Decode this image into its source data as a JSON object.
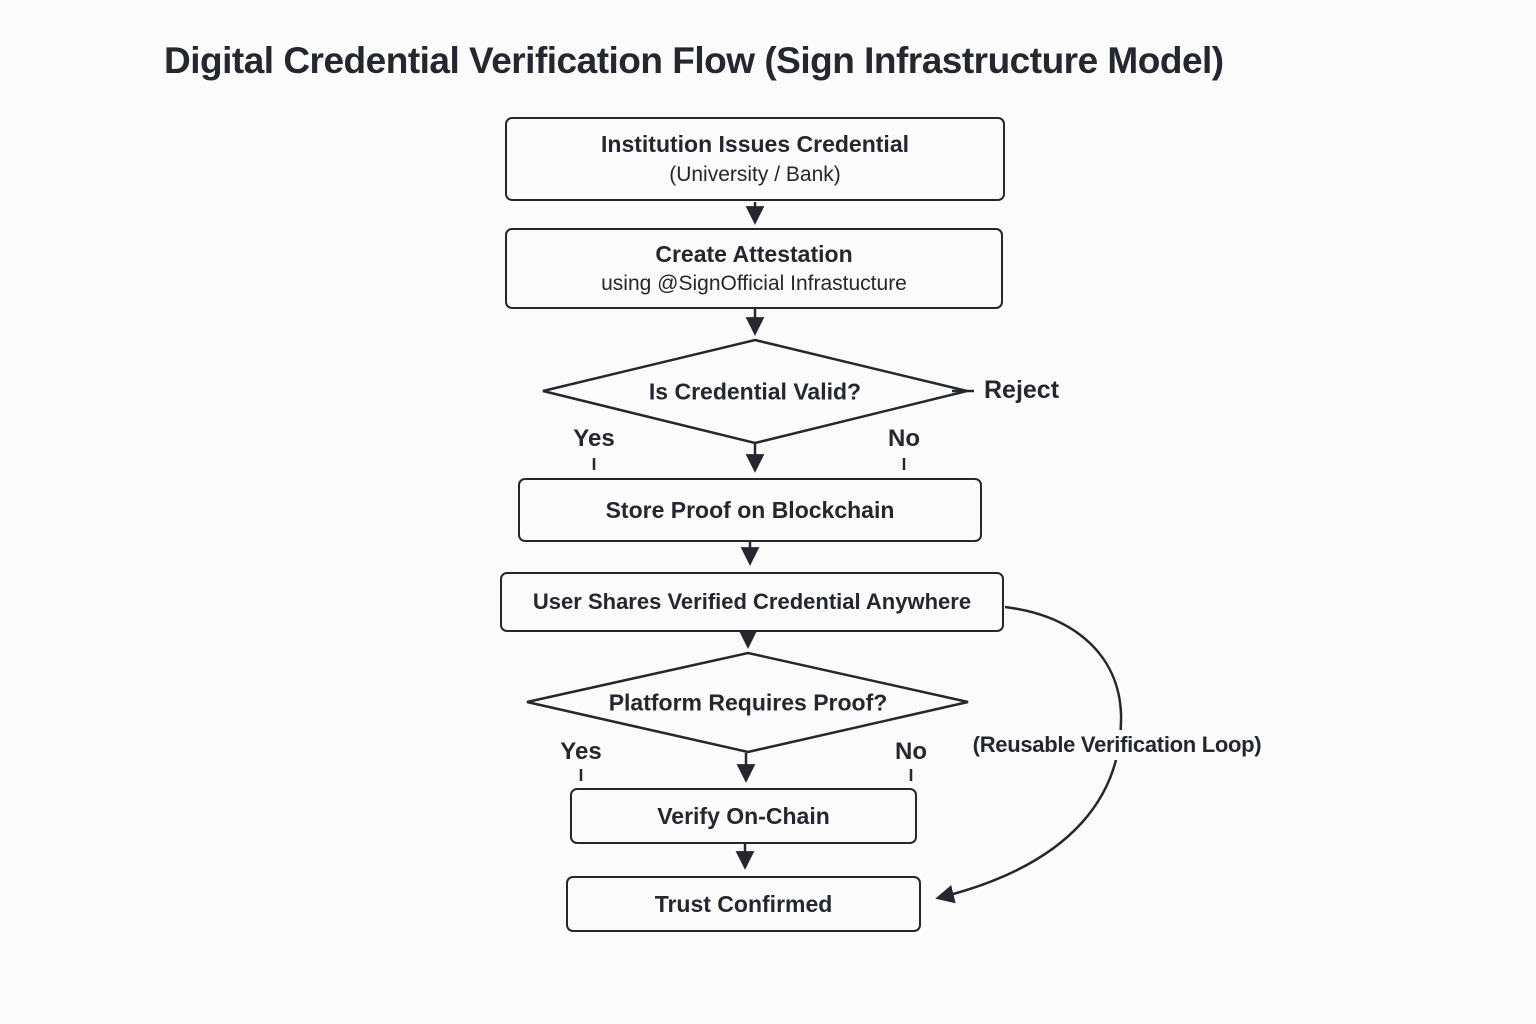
{
  "title": "Digital Credential Verification Flow (Sign Infrastructure Model)",
  "colors": {
    "ink": "#24272e",
    "background": "#fbfbfb"
  },
  "nodes": {
    "institution": {
      "line1": "Institution Issues Credential",
      "line2": "(University / Bank)"
    },
    "attestation": {
      "line1": "Create Attestation",
      "line2": "using @SignOfficial Infrastucture"
    },
    "valid_decision": {
      "label": "Is Credential Valid?"
    },
    "store_proof": {
      "label": "Store Proof on Blockchain"
    },
    "share_credential": {
      "label": "User Shares Verified Credential Anywhere"
    },
    "requires_proof_decision": {
      "label": "Platform Requires Proof?"
    },
    "verify_onchain": {
      "label": "Verify On-Chain"
    },
    "trust_confirmed": {
      "label": "Trust Confirmed"
    }
  },
  "edge_labels": {
    "reject": "Reject",
    "valid_yes": "Yes",
    "valid_no": "No",
    "proof_yes": "Yes",
    "proof_no": "No",
    "loop": "(Reusable Verification Loop)"
  }
}
